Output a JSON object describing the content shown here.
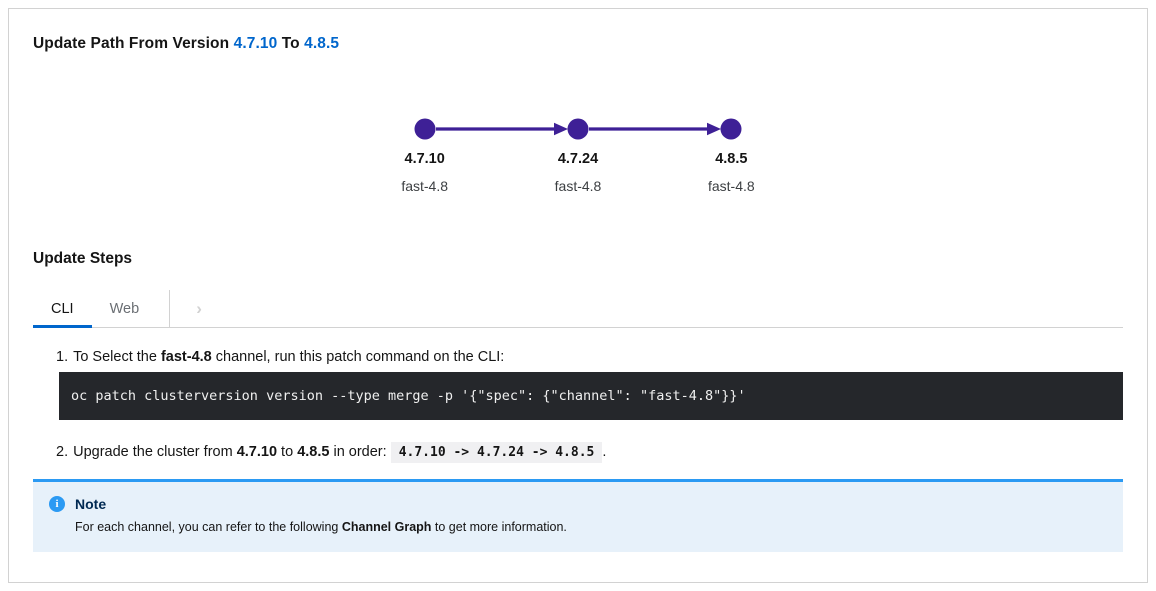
{
  "colors": {
    "node_purple": "#3e2096",
    "edge_purple": "#3e2096",
    "tab_active_blue": "#0066cc",
    "version_link_blue": "#0066cc",
    "note_background": "#e7f1fa",
    "note_accent": "#2b9af3",
    "code_background": "#25272b"
  },
  "title": {
    "prefix": "Update Path From Version ",
    "from_version": "4.7.10",
    "connector": " To ",
    "to_version": "4.8.5"
  },
  "graph": {
    "nodes": [
      {
        "version": "4.7.10",
        "channel": "fast-4.8"
      },
      {
        "version": "4.7.24",
        "channel": "fast-4.8"
      },
      {
        "version": "4.8.5",
        "channel": "fast-4.8"
      }
    ]
  },
  "steps": {
    "heading": "Update Steps",
    "tabs": {
      "cli": "CLI",
      "web": "Web"
    },
    "step1": {
      "number": "1.",
      "text_pre": "To Select the ",
      "channel_bold": "fast-4.8",
      "text_post": " channel, run this patch command on the CLI:",
      "command": "oc patch clusterversion version --type merge -p '{\"spec\": {\"channel\": \"fast-4.8\"}}'"
    },
    "step2": {
      "number": "2.",
      "text_pre": "Upgrade the cluster from ",
      "from_version": "4.7.10",
      "text_mid": " to ",
      "to_version": "4.8.5",
      "text_post": " in order: ",
      "order_code": "4.7.10 -> 4.7.24 -> 4.8.5",
      "text_end": "."
    }
  },
  "note": {
    "title": "Note",
    "body_pre": "For each channel, you can refer to the following ",
    "body_bold": "Channel Graph",
    "body_post": " to get more information."
  },
  "icons": {
    "info_glyph": "i",
    "chevron_right_glyph": "›"
  }
}
